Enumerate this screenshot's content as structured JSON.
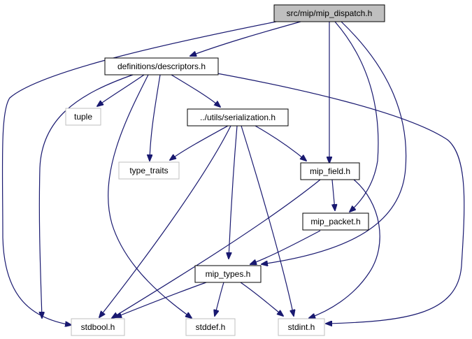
{
  "colors": {
    "root_fill": "#bfbfbf",
    "local_fill": "#ffffff",
    "local_border": "#000000",
    "external_border": "#bfbfbf",
    "edge": "#191970"
  },
  "nodes": [
    {
      "id": "mip_dispatch",
      "label": "src/mip/mip_dispatch.h",
      "kind": "root"
    },
    {
      "id": "descriptors",
      "label": "definitions/descriptors.h",
      "kind": "local"
    },
    {
      "id": "tuple",
      "label": "tuple",
      "kind": "external"
    },
    {
      "id": "serialization",
      "label": "../utils/serialization.h",
      "kind": "local"
    },
    {
      "id": "type_traits",
      "label": "type_traits",
      "kind": "external"
    },
    {
      "id": "mip_field",
      "label": "mip_field.h",
      "kind": "local"
    },
    {
      "id": "mip_packet",
      "label": "mip_packet.h",
      "kind": "local"
    },
    {
      "id": "mip_types",
      "label": "mip_types.h",
      "kind": "local"
    },
    {
      "id": "stdbool",
      "label": "stdbool.h",
      "kind": "external"
    },
    {
      "id": "stddef",
      "label": "stddef.h",
      "kind": "external"
    },
    {
      "id": "stdint",
      "label": "stdint.h",
      "kind": "external"
    }
  ],
  "edges": [
    {
      "from": "mip_dispatch",
      "to": "descriptors"
    },
    {
      "from": "mip_dispatch",
      "to": "stdbool"
    },
    {
      "from": "mip_dispatch",
      "to": "mip_field"
    },
    {
      "from": "mip_dispatch",
      "to": "mip_packet"
    },
    {
      "from": "mip_dispatch",
      "to": "mip_types"
    },
    {
      "from": "descriptors",
      "to": "tuple"
    },
    {
      "from": "descriptors",
      "to": "serialization"
    },
    {
      "from": "descriptors",
      "to": "type_traits"
    },
    {
      "from": "descriptors",
      "to": "stdbool"
    },
    {
      "from": "descriptors",
      "to": "stddef"
    },
    {
      "from": "descriptors",
      "to": "stdint"
    },
    {
      "from": "serialization",
      "to": "type_traits"
    },
    {
      "from": "serialization",
      "to": "mip_field"
    },
    {
      "from": "serialization",
      "to": "mip_types"
    },
    {
      "from": "serialization",
      "to": "stdbool"
    },
    {
      "from": "serialization",
      "to": "stdint"
    },
    {
      "from": "mip_field",
      "to": "mip_packet"
    },
    {
      "from": "mip_field",
      "to": "stdbool"
    },
    {
      "from": "mip_field",
      "to": "stdint"
    },
    {
      "from": "mip_packet",
      "to": "mip_types"
    },
    {
      "from": "mip_types",
      "to": "stdbool"
    },
    {
      "from": "mip_types",
      "to": "stddef"
    },
    {
      "from": "mip_types",
      "to": "stdint"
    }
  ]
}
